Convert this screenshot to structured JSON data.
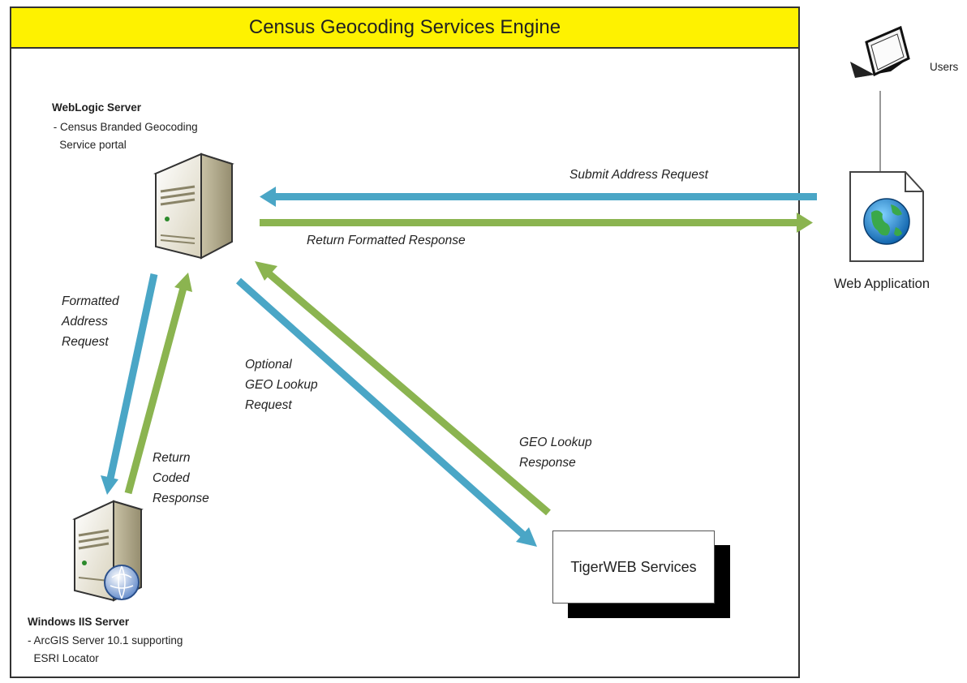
{
  "engine": {
    "title": "Census Geocoding Services Engine"
  },
  "weblogic": {
    "title": "WebLogic Server",
    "desc_line1": " - Census Branded Geocoding",
    "desc_line2": "   Service portal"
  },
  "iis": {
    "title": "Windows IIS Server",
    "desc_line1": "- ArcGIS Server 10.1 supporting",
    "desc_line2": "  ESRI Locator"
  },
  "users": {
    "label": "Users"
  },
  "web_app": {
    "label": "Web Application"
  },
  "tigerweb": {
    "label": "TigerWEB Services"
  },
  "arrows": {
    "submit": "Submit Address Request",
    "return_formatted": "Return Formatted Response",
    "formatted_req": [
      "Formatted",
      "Address",
      "Request"
    ],
    "return_coded": [
      "Return",
      "Coded",
      "Response"
    ],
    "optional_geo": [
      "Optional",
      "GEO Lookup",
      "Request"
    ],
    "geo_response": [
      "GEO Lookup",
      "Response"
    ]
  },
  "colors": {
    "request": "#4aa6c6",
    "response": "#8bb450",
    "title_bar": "#fef200"
  },
  "icons": [
    "server-icon",
    "server-globe-icon",
    "laptop-icon",
    "web-document-globe-icon"
  ]
}
